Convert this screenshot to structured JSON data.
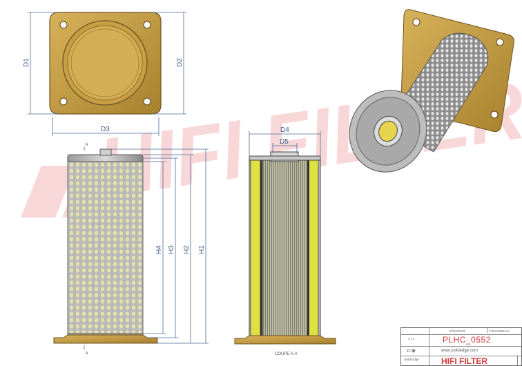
{
  "watermark": "HIFI FILTER",
  "dimensions": {
    "d1": "D1",
    "d2": "D2",
    "d3": "D3",
    "d4": "D4",
    "d5": "D5",
    "h1": "H1",
    "h2": "H2",
    "h3": "H3",
    "h4": "H4"
  },
  "section_marks": {
    "left_top": "A",
    "left_bottom": "A"
  },
  "section_caption": "COUPE A-A",
  "title_block": {
    "part_number": "PLHC_0552",
    "brand": "HIFI FILTER",
    "website": "www.solidedge.com",
    "date": "27/11/2013",
    "author": "FOUASSEAU",
    "scale": "1 / 1",
    "software": "Solid Edge"
  },
  "colors": {
    "flange": "#c9a24a",
    "element_yellow": "#e0e040",
    "dimension_line": "#4a6a9a",
    "watermark": "#f2b8b8",
    "brand_red": "#d43a3a"
  }
}
